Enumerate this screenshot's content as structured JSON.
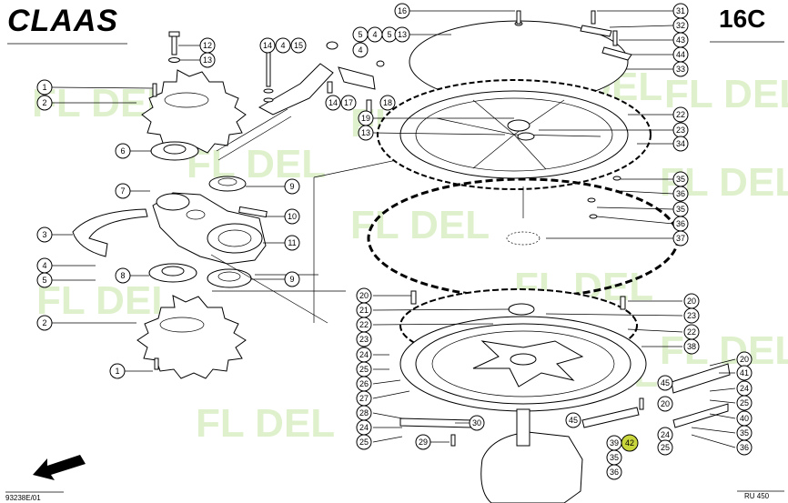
{
  "header": {
    "brand": "CLAAS",
    "page_code": "16C"
  },
  "footer": {
    "drawing_number": "93238E/01",
    "model": "RU 450"
  },
  "watermark": {
    "text": "FL  DEL",
    "color": "#8fcf4a"
  },
  "highlight_color": "#c9d63b",
  "callouts": {
    "c1a": "1",
    "c2a": "2",
    "c13a": "13",
    "c12a": "12",
    "c14a": "14",
    "c4a": "4",
    "c15a": "15",
    "c5a": "5",
    "c4b": "4",
    "c5b": "5",
    "c6a": "6",
    "c7a": "7",
    "c9a": "9",
    "c10a": "10",
    "c3a": "3",
    "c11a": "11",
    "c4c": "4",
    "c5c": "5",
    "c8a": "8",
    "c9b": "9",
    "c2b": "2",
    "c1b": "1",
    "c16a": "16",
    "c13b": "13",
    "c14b": "14",
    "c17a": "17",
    "c18a": "18",
    "c19a": "19",
    "c13c": "13",
    "c31a": "31",
    "c32a": "32",
    "c43a": "43",
    "c44a": "44",
    "c33a": "33",
    "c22a": "22",
    "c23a": "23",
    "c34a": "34",
    "c35a": "35",
    "c36a": "36",
    "c35b": "35",
    "c36b": "36",
    "c37a": "37",
    "c20a": "20",
    "c21a": "21",
    "c22b": "22",
    "c23b": "23",
    "c20b": "20",
    "c23c": "23",
    "c22c": "22",
    "c38a": "38",
    "c24a": "24",
    "c25a": "25",
    "c26a": "26",
    "c27a": "27",
    "c28a": "28",
    "c24b": "24",
    "c25b": "25",
    "c29a": "29",
    "c30a": "30",
    "c20c": "20",
    "c41a": "41",
    "c24c": "24",
    "c25c": "25",
    "c45a": "45",
    "c20d": "20",
    "c40a": "40",
    "c35c": "35",
    "c36c": "36",
    "c39a": "39",
    "c42a": "42",
    "c35d": "35",
    "c36d": "36",
    "c24d": "24",
    "c25d": "25"
  }
}
